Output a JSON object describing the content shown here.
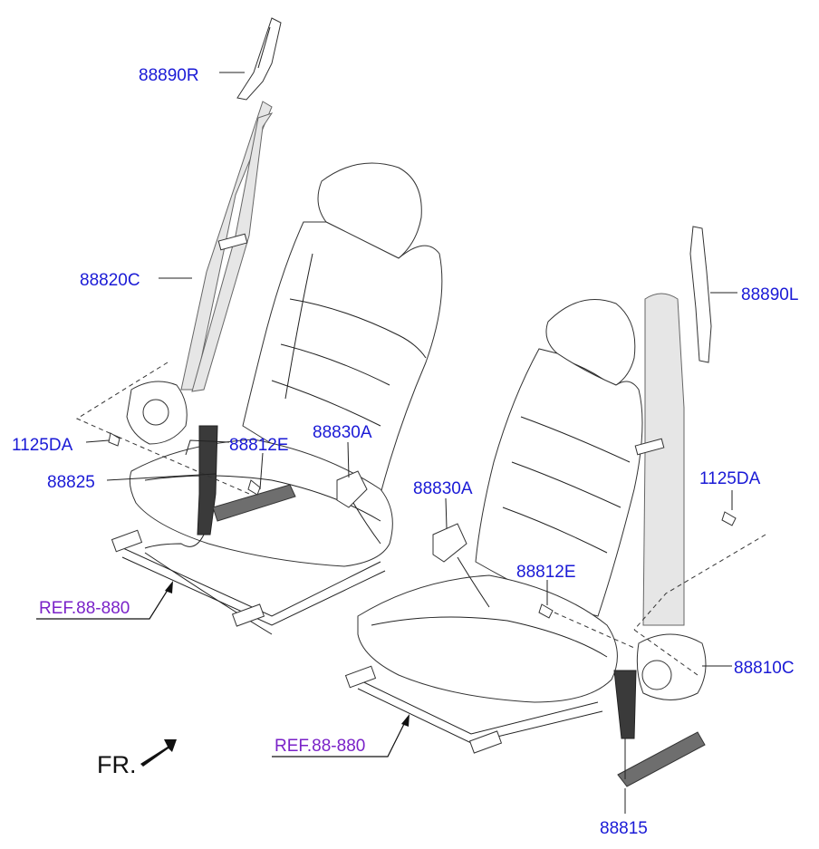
{
  "diagram": {
    "labels": {
      "guide_rh": "88890R",
      "belt_rh": "88820C",
      "bolt_left": "1125DA",
      "buckle_left": "88825",
      "bolt_e_left": "88812E",
      "buckle_a_left": "88830A",
      "buckle_a_right": "88830A",
      "bolt_e_right": "88812E",
      "bolt_right": "1125DA",
      "guide_lh": "88890L",
      "belt_lh": "88810C",
      "buckle_right": "88815"
    },
    "references": {
      "ref_left": "REF.88-880",
      "ref_right": "REF.88-880"
    },
    "front_marker": "FR."
  }
}
